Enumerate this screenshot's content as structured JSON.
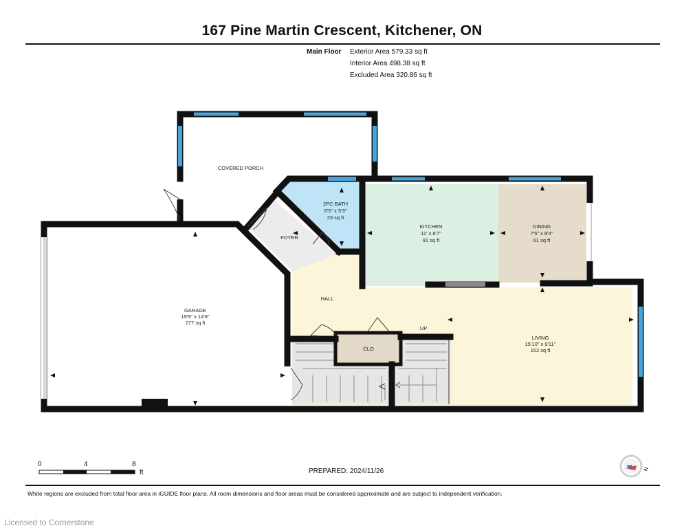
{
  "header": {
    "title": "167 Pine Martin Crescent, Kitchener, ON"
  },
  "areas": {
    "label": "Main Floor",
    "exterior": "Exterior Area 579.33 sq ft",
    "interior": "Interior Area 498.38 sq ft",
    "excluded": "Excluded Area 320.86 sq ft"
  },
  "rooms": {
    "porch": {
      "name": "COVERED PORCH"
    },
    "bath": {
      "name": "2PC BATH",
      "dims": "6'5\" x 5'3\"",
      "area": "23 sq ft"
    },
    "foyer": {
      "name": "FOYER"
    },
    "kitchen": {
      "name": "KITCHEN",
      "dims": "11' x 8'7\"",
      "area": "91 sq ft"
    },
    "dining": {
      "name": "DINING",
      "dims": "7'5\" x 8'4\"",
      "area": "61 sq ft"
    },
    "garage": {
      "name": "GARAGE",
      "dims": "19'9\" x 14'8\"",
      "area": "277 sq ft"
    },
    "hall": {
      "name": "HALL"
    },
    "living": {
      "name": "LIVING",
      "dims": "15'10\" x 9'11\"",
      "area": "152 sq ft"
    },
    "closet": {
      "name": "CLO"
    },
    "stairs_up": {
      "name": "UP"
    },
    "stairs_down": {
      "name": "DN"
    }
  },
  "scale": {
    "labels": [
      "0",
      "4",
      "8"
    ],
    "unit": "ft"
  },
  "prepared": "PREPARED: 2024/11/26",
  "compass": {
    "letter": "N"
  },
  "disclaimer": "White regions are excluded from total floor area in iGUIDE floor plans. All room dimensions and floor areas must be considered approximate and are subject to independent verification.",
  "license": "Licensed to Cornerstone",
  "colors": {
    "wall": "#111111",
    "window": "#4aa3d8",
    "bath_fill": "#bfe3f7",
    "kitchen_fill": "#dcefe3",
    "dining_fill": "#e6dccb",
    "hall_fill": "#fbf5d9",
    "foyer_fill": "#ececec",
    "closet_fill": "#e3d9c9",
    "stairs_fill": "#e6e6e6"
  }
}
